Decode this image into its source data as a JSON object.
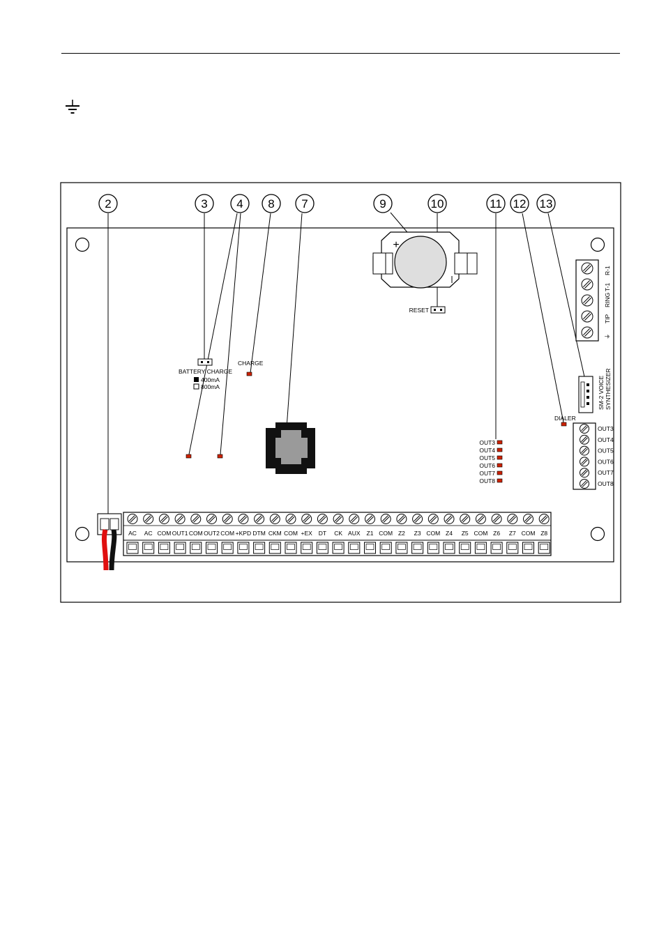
{
  "symbols": {
    "ground": "ground-icon"
  },
  "callouts": [
    "2",
    "3",
    "4",
    "8",
    "7",
    "9",
    "10",
    "11",
    "12",
    "13"
  ],
  "board": {
    "battery_charge_label": "BATTERY CHARGE",
    "battery_option_1": "400mA",
    "battery_option_2": "800mA",
    "charge_label": "CHARGE",
    "reset_label": "RESET",
    "dialer_label": "DIALER",
    "synth_label_1": "SM-2 VOICE",
    "synth_label_2": "SYNTHESIZER",
    "phone_terminals": [
      "R-1",
      "T-1",
      "RING",
      "TIP",
      "⏚"
    ],
    "out_led_labels": [
      "OUT3",
      "OUT4",
      "OUT5",
      "OUT6",
      "OUT7",
      "OUT8"
    ],
    "out_terminals": [
      "OUT3",
      "OUT4",
      "OUT5",
      "OUT6",
      "OUT7",
      "OUT8"
    ],
    "main_terminals": [
      "AC",
      "AC",
      "COM",
      "OUT1",
      "COM",
      "OUT2",
      "COM",
      "+KPD",
      "DTM",
      "CKM",
      "COM",
      "+EX",
      "DT",
      "CK",
      "AUX",
      "Z1",
      "COM",
      "Z2",
      "Z3",
      "COM",
      "Z4",
      "Z5",
      "COM",
      "Z6",
      "Z7",
      "COM",
      "Z8"
    ],
    "battery_plus": "+",
    "battery_minus": "–"
  },
  "colors": {
    "led": "#cc2200",
    "wire_red": "#e01010",
    "wire_black": "#111111",
    "jack_gray": "#9a9a9a"
  }
}
